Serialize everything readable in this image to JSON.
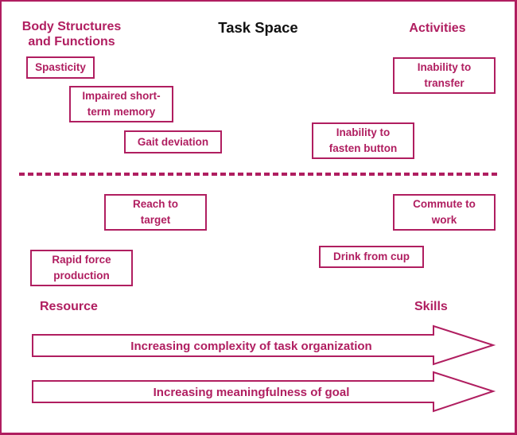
{
  "colors": {
    "accent": "#b01e60",
    "title_text": "#111111",
    "background": "#ffffff"
  },
  "header": {
    "left": "Body Structures\nand Functions",
    "center": "Task Space",
    "right": "Activities"
  },
  "boxes": {
    "spasticity": "Spasticity",
    "impaired_memory": "Impaired short-\nterm memory",
    "gait_deviation": "Gait deviation",
    "inability_transfer": "Inability to\ntransfer",
    "inability_fasten": "Inability to\nfasten button",
    "reach_target": "Reach to\ntarget",
    "commute_work": "Commute to\nwork",
    "rapid_force": "Rapid force\nproduction",
    "drink_cup": "Drink from cup"
  },
  "labels": {
    "resource": "Resource",
    "skills": "Skills"
  },
  "arrows": {
    "top": "Increasing complexity of task organization",
    "bottom": "Increasing meaningfulness of goal"
  }
}
